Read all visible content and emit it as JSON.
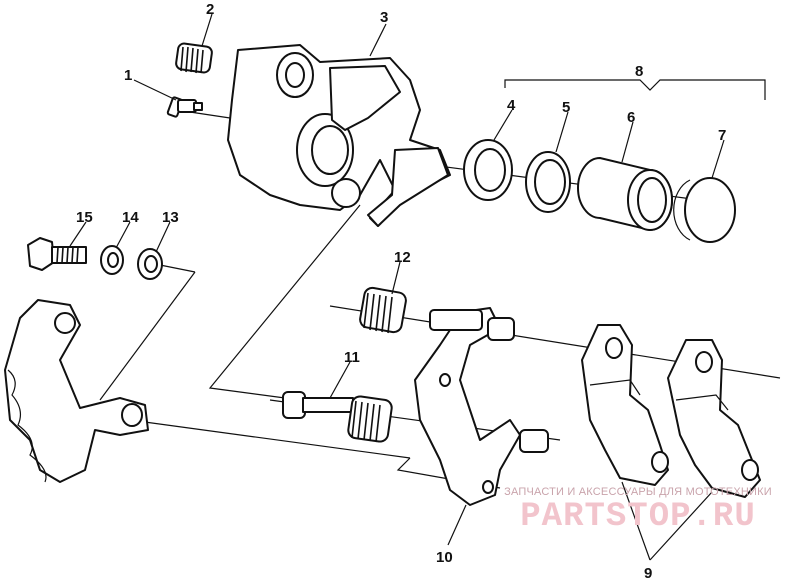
{
  "callouts": {
    "c1": "1",
    "c2": "2",
    "c3": "3",
    "c4": "4",
    "c5": "5",
    "c6": "6",
    "c7": "7",
    "c8": "8",
    "c9": "9",
    "c10": "10",
    "c11": "11",
    "c12": "12",
    "c13": "13",
    "c14": "14",
    "c15": "15"
  },
  "watermark": {
    "tagline": "ЗАПЧАСТИ И АКСЕССУАРЫ ДЛЯ МОТОТЕХНИКИ",
    "logo": "PARTSTOP.RU"
  },
  "colors": {
    "ink": "#111111",
    "watermark": "#f2c4cc"
  }
}
